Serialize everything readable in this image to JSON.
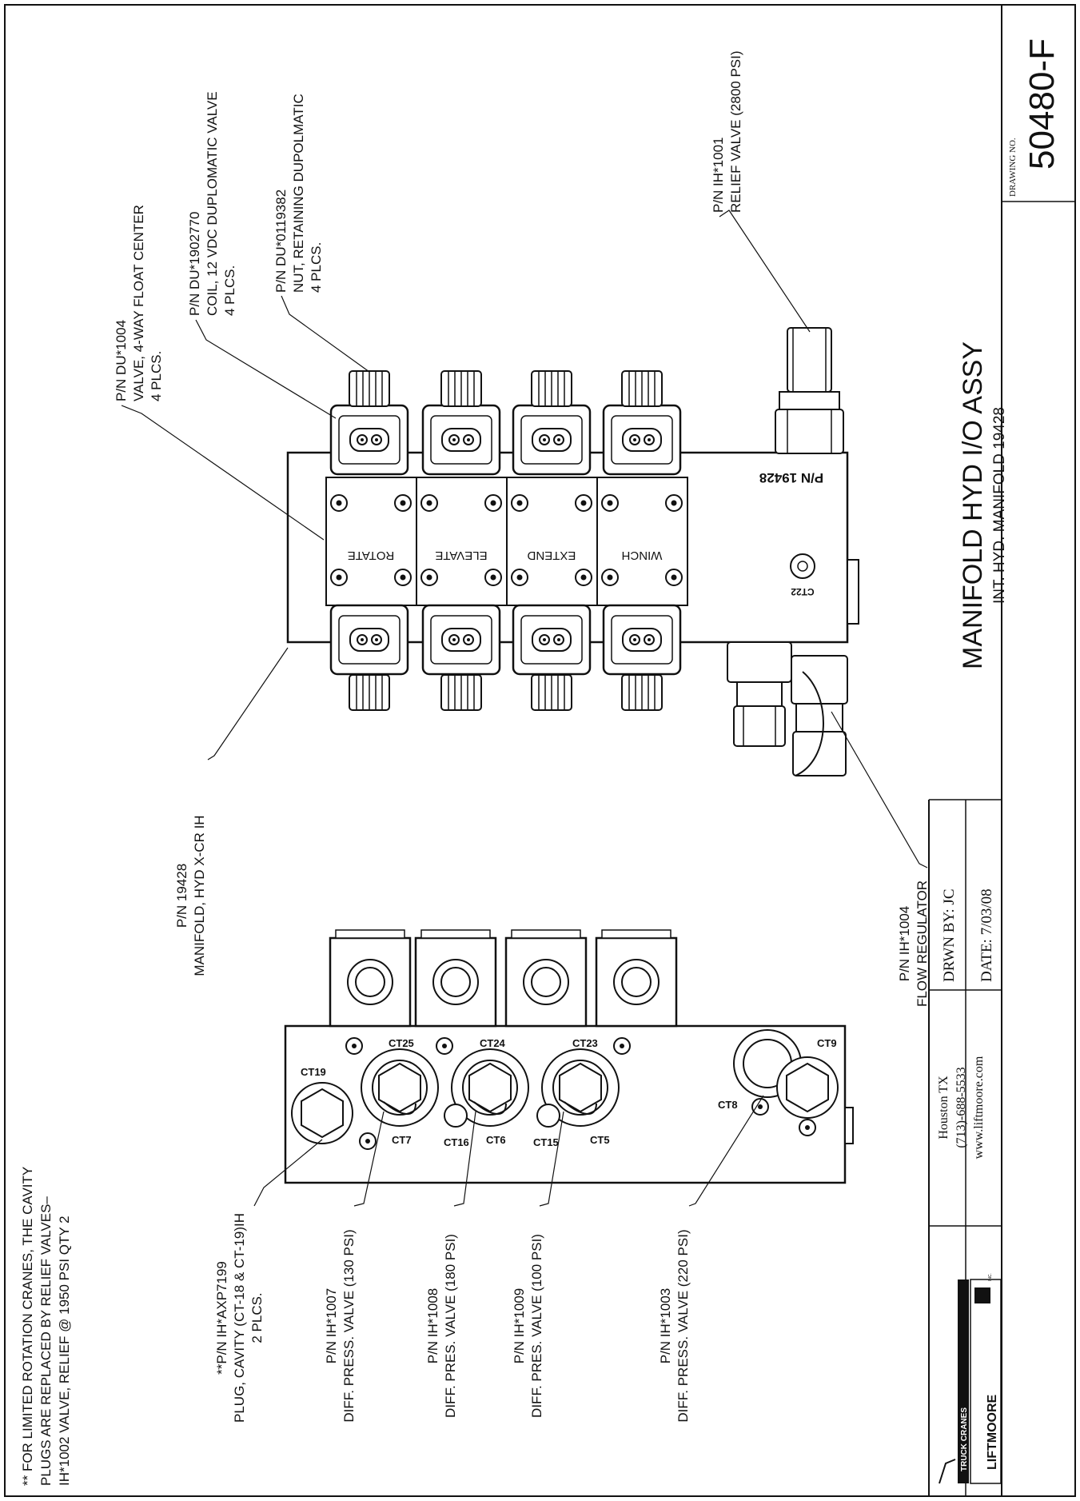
{
  "notes": {
    "limited_rotation": [
      "** FOR LIMITED ROTATION CRANES, THE CAVITY",
      "PLUGS ARE REPLACED BY RELIEF VALVES–",
      "IH*1002  VALVE, RELIEF @ 1950 PSI        QTY 2"
    ]
  },
  "callouts": {
    "valve": [
      "P/N  DU*1004",
      "VALVE, 4-WAY FLOAT CENTER",
      "4 PLCS."
    ],
    "coil": [
      "P/N  DU*1902770",
      "COIL, 12 VDC DUPLOMATIC VALVE",
      "4 PLCS."
    ],
    "nut": [
      "P/N  DU*0119382",
      "NUT, RETAINING DUPOLMATIC",
      "4 PLCS."
    ],
    "relief": [
      "P/N  IH*1001",
      "RELIEF VALVE (2800 PSI)"
    ],
    "manifold": [
      "P/N  19428",
      "MANIFOLD, HYD X-CR IH"
    ],
    "flow_regulator": [
      "P/N  IH*1004",
      "FLOW REGULATOR"
    ],
    "plug": [
      "**P/N  IH*AXP7199",
      "PLUG, CAVITY (CT-18 & CT-19)IH",
      "2 PLCS."
    ],
    "diff_1007": [
      "P/N  IH*1007",
      "DIFF. PRESS. VALVE (130 PSI)"
    ],
    "diff_1008": [
      "P/N  IH*1008",
      "DIFF. PRES. VALVE (180 PSI)"
    ],
    "diff_1009": [
      "P/N  IH*1009",
      "DIFF. PRES. VALVE (100 PSI)"
    ],
    "diff_1003": [
      "P/N  IH*1003",
      "DIFF. PRESS. VALVE (220 PSI)"
    ]
  },
  "top_view": {
    "sections": [
      "ROTATE",
      "ELEVATE",
      "EXTEND",
      "WINCH"
    ],
    "stamp": "P/N 19428",
    "port": "CT22"
  },
  "side_view": {
    "cavities": {
      "ct19": "CT19",
      "ct25": "CT25",
      "ct24": "CT24",
      "ct23": "CT23",
      "ct9": "CT9",
      "ct7": "CT7",
      "ct16": "CT16",
      "ct6": "CT6",
      "ct15": "CT15",
      "ct5": "CT5",
      "ct8": "CT8"
    }
  },
  "title_block": {
    "company_name": "LIFTMOORE",
    "company_tagline": "TRUCK CRANES",
    "company_inc": "INC.",
    "city": "Houston TX",
    "phone": "(713)-688-5533",
    "web": "www.liftmoore.com",
    "drawn_by": "DRWN BY:  JC",
    "date": "DATE:   7/03/08",
    "title": "MANIFOLD HYD I/O ASSY",
    "subtitle": "INT. HYD. MANIFOLD 19428",
    "drawing_no_label": "DRAWING NO.",
    "drawing_no": "50480-F"
  }
}
